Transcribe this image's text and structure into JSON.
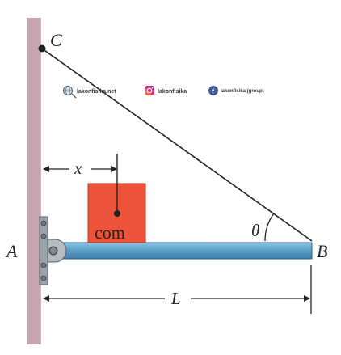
{
  "labels": {
    "point_c": "C",
    "point_a": "A",
    "point_b": "B",
    "x_label": "x",
    "l_label": "L",
    "theta": "θ",
    "com": "com"
  },
  "watermark": {
    "site": "lakonfisika.net",
    "instagram": "lakonfisika",
    "facebook": "lakonfisika (group)"
  },
  "colors": {
    "wall": "#c9a3ad",
    "beam": "#5a9cc4",
    "block": "#ee5439",
    "bracket": "#9aa2ab",
    "rope": "#222222"
  },
  "icons": [
    "globe-icon",
    "instagram-icon",
    "facebook-icon"
  ]
}
